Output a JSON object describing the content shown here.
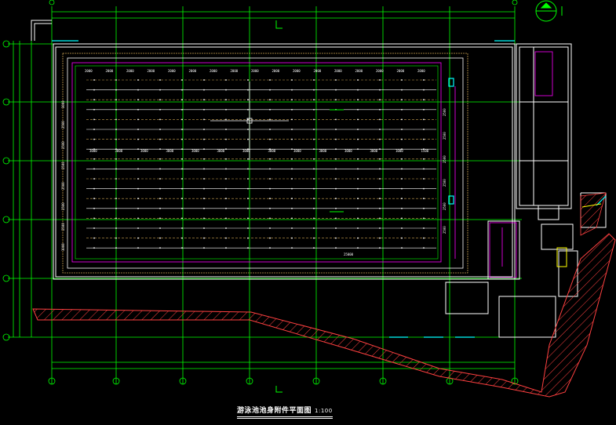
{
  "drawing": {
    "title": "游泳池池身附件平面图",
    "scale": "1:100",
    "lane_dims_top": [
      "2000",
      "2000",
      "2000",
      "2000",
      "2000",
      "2000",
      "2000",
      "2000",
      "2000",
      "2000",
      "2000",
      "2000",
      "2000",
      "2000",
      "2000",
      "2000",
      "2000"
    ],
    "lane_dims_row": [
      "3000",
      "3000",
      "3000",
      "3000",
      "3000",
      "3000",
      "3000",
      "3000",
      "3000",
      "3000",
      "3000",
      "3000",
      "1000",
      "1500"
    ],
    "side_dims_left": [
      "3000",
      "2500",
      "2500",
      "2500",
      "2500",
      "2500",
      "2500",
      "3000"
    ],
    "side_dims_right": [
      "2500",
      "2500",
      "2500",
      "2500",
      "2500",
      "2500"
    ],
    "bottom_dim": "25000",
    "colors": {
      "grid": "#00ff00",
      "wall": "#ffffff",
      "accent": "#ff00ff",
      "hatch": "#ff4040",
      "cyan": "#00ffff",
      "yellow": "#ffff00"
    }
  }
}
